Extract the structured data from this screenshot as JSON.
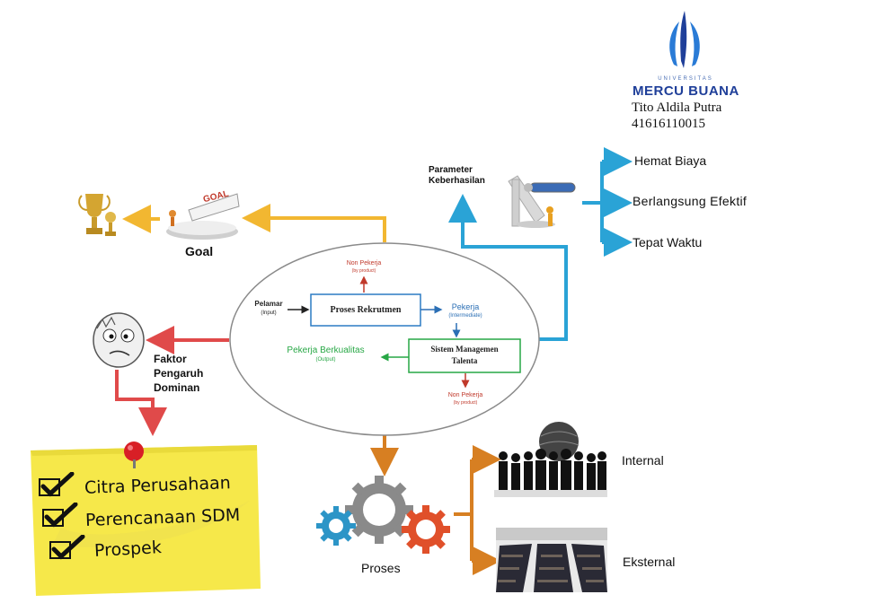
{
  "header": {
    "univ_small": "UNIVERSITAS",
    "univ_name": "MERCU BUANA",
    "author": "Tito Aldila Putra",
    "nim": "41616110015"
  },
  "goal": {
    "sign": "GOAL",
    "label": "Goal"
  },
  "parameter": {
    "title_line1": "Parameter",
    "title_line2": "Keberhasilan",
    "items": [
      "Hemat Biaya",
      "Berlangsung Efektif",
      "Tepat Waktu"
    ]
  },
  "center": {
    "non_pekerja_top": "Non Pekerja",
    "non_pekerja_top_sub": "(by product)",
    "pelamar": "Pelamar",
    "pelamar_sub": "(Input)",
    "proses_rekrutmen": "Proses Rekrutmen",
    "pekerja": "Pekerja",
    "pekerja_sub": "(Intermediate)",
    "pekerja_berkualitas": "Pekerja Berkualitas",
    "pekerja_berkualitas_sub": "(Output)",
    "smt_line1": "Sistem Managemen",
    "smt_line2": "Talenta",
    "non_pekerja_bottom": "Non Pekerja",
    "non_pekerja_bottom_sub": "(by product)"
  },
  "faktor": {
    "line1": "Faktor",
    "line2": "Pengaruh",
    "line3": "Dominan"
  },
  "note": {
    "items": [
      "Citra Perusahaan",
      "Perencanaan SDM",
      "Prospek"
    ]
  },
  "proses": {
    "label": "Proses",
    "internal": "Internal",
    "eksternal": "Eksternal"
  },
  "colors": {
    "yellow_arrow": "#f2b731",
    "blue_arrow": "#2aa3d6",
    "red_arrow": "#e04a4a",
    "orange_arrow": "#d77f22",
    "note_bg": "#f6e84a",
    "logo_blue": "#1f3f99"
  }
}
